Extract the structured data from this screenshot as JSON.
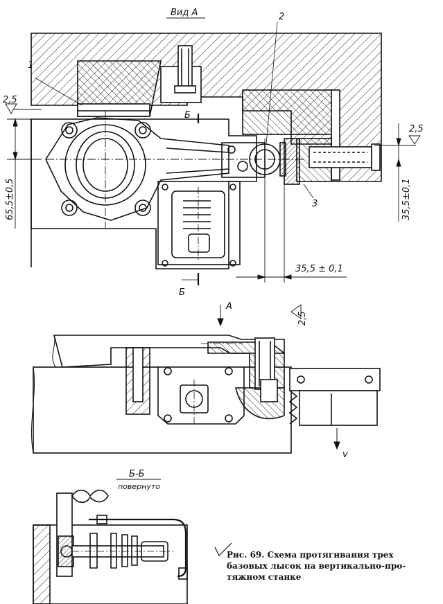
{
  "view_label": "Вид А",
  "callouts": [
    "1",
    "2",
    "3"
  ],
  "roughness": [
    "2,5",
    "2,5",
    "2,5"
  ],
  "dimensions": {
    "left_vertical": "65,5±0,5",
    "right_vertical": "35,5±0,1",
    "horizontal": "35,5 ± 0,1"
  },
  "section_mark": "Б",
  "arrow_a": "A",
  "velocity": "v",
  "section_title": "Б-Б",
  "section_note": "повернуто",
  "caption": {
    "line1": "Рис. 69. Схема протягивания трех",
    "line2": "базовых лысок на вертикально-про-",
    "line3": "тяжном станке"
  }
}
